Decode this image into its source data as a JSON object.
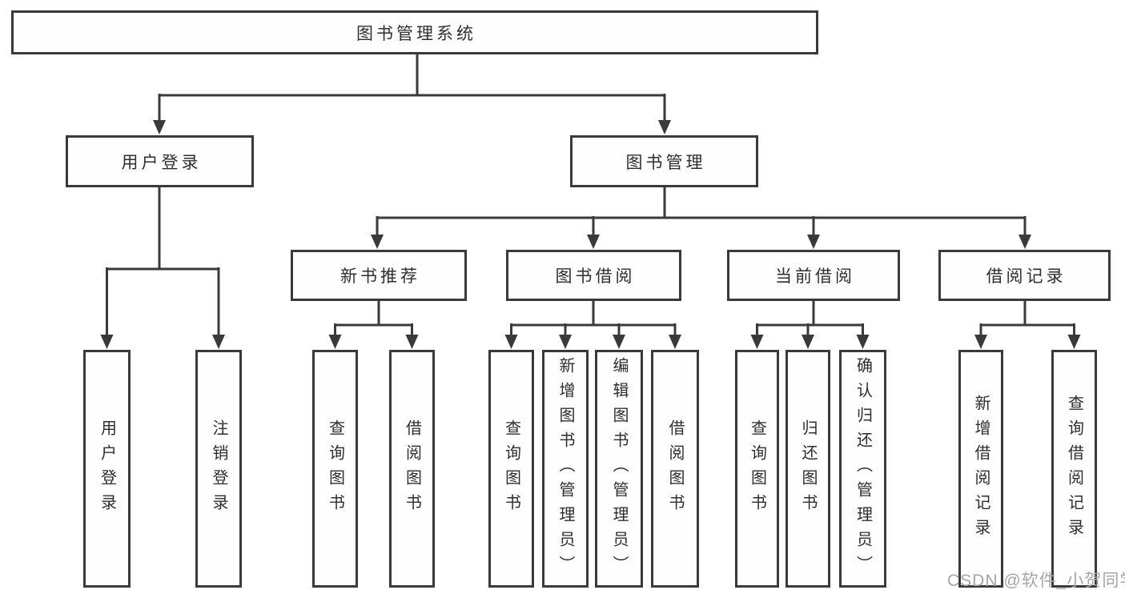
{
  "diagram": {
    "type": "hierarchy-tree",
    "root": {
      "label": "图书管理系统",
      "children": [
        {
          "label": "用户登录",
          "children": [
            {
              "label": "用户登录"
            },
            {
              "label": "注销登录"
            }
          ]
        },
        {
          "label": "图书管理",
          "children": [
            {
              "label": "新书推荐",
              "children": [
                {
                  "label": "查询图书"
                },
                {
                  "label": "借阅图书"
                }
              ]
            },
            {
              "label": "图书借阅",
              "children": [
                {
                  "label": "查询图书"
                },
                {
                  "label": "新增图书（管理员）"
                },
                {
                  "label": "编辑图书（管理员）"
                },
                {
                  "label": "借阅图书"
                }
              ]
            },
            {
              "label": "当前借阅",
              "children": [
                {
                  "label": "查询图书"
                },
                {
                  "label": "归还图书"
                },
                {
                  "label": "确认归还（管理员）"
                }
              ]
            },
            {
              "label": "借阅记录",
              "children": [
                {
                  "label": "新增借阅记录"
                },
                {
                  "label": "查询借阅记录"
                }
              ]
            }
          ]
        }
      ]
    }
  },
  "watermark": {
    "text": "CSDN @软件_小贺同学"
  },
  "colors": {
    "line": "#3a3a3a",
    "box_border": "#3a3a3a",
    "text": "#2e2e2e",
    "watermark": "#a6a6a6",
    "background": "#ffffff"
  }
}
